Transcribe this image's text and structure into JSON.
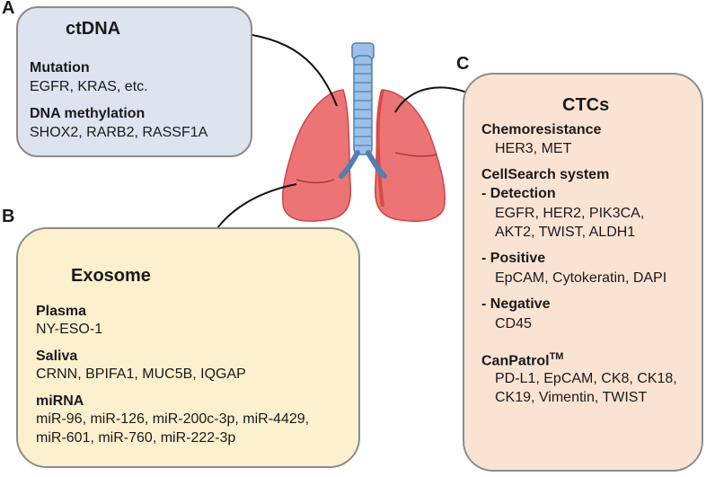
{
  "panel_a": {
    "letter": "A",
    "title": "ctDNA",
    "sections": [
      {
        "heading": "Mutation",
        "lines": [
          "EGFR, KRAS, etc."
        ]
      },
      {
        "heading": "DNA methylation",
        "lines": [
          "SHOX2, RARB2, RASSF1A"
        ]
      }
    ]
  },
  "panel_b": {
    "letter": "B",
    "title": "Exosome",
    "sections": [
      {
        "heading": "Plasma",
        "lines": [
          "NY-ESO-1"
        ]
      },
      {
        "heading": "Saliva",
        "lines": [
          "CRNN, BPIFA1, MUC5B, IQGAP"
        ]
      },
      {
        "heading": "miRNA",
        "lines": [
          "miR-96, miR-126, miR-200c-3p, miR-4429,",
          "miR-601, miR-760, miR-222-3p"
        ]
      }
    ]
  },
  "panel_c": {
    "letter": "C",
    "title": "CTCs",
    "chemo_heading": "Chemoresistance",
    "chemo_lines": [
      "HER3, MET"
    ],
    "cellsearch_heading": "CellSearch system",
    "detection_heading": "- Detection",
    "detection_lines": [
      "EGFR, HER2, PIK3CA,",
      "AKT2, TWIST, ALDH1"
    ],
    "positive_heading": "- Positive",
    "positive_lines": [
      "EpCAM, Cytokeratin, DAPI"
    ],
    "negative_heading": "- Negative",
    "negative_lines": [
      "CD45"
    ],
    "canpatrol_heading": "CanPatrol",
    "canpatrol_tm": "TM",
    "canpatrol_lines": [
      "PD-L1, EpCAM, CK8, CK18,",
      "CK19, Vimentin, TWIST"
    ]
  },
  "colors": {
    "lung": "#ec7474",
    "lung_dark": "#d84a4a",
    "trachea": "#9cc0e6",
    "arrow": "#111111",
    "box_a_bg": "#dde3ef",
    "box_b_bg": "#fdf0cf",
    "box_c_bg": "#fbe3d4"
  },
  "icons": [
    "dna-helix-icon",
    "exosome-ring-icon",
    "ctc-cell-icon",
    "lungs-icon"
  ]
}
